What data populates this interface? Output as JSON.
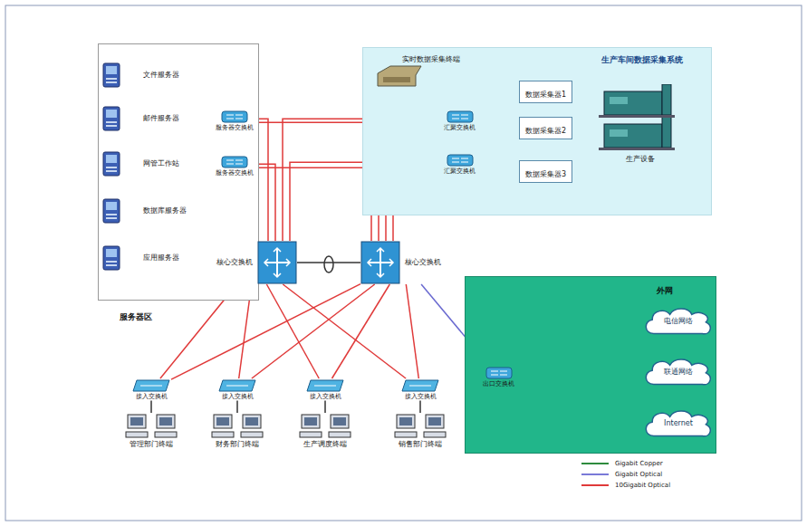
{
  "diagram": {
    "nodes": [
      {
        "text": [
          "服务器区"
        ]
      },
      {
        "text": [
          "文件服务器"
        ],
        "in": 0
      },
      {
        "text": [
          "邮件服务器"
        ],
        "in": 0
      },
      {
        "text": [
          "网管工作站"
        ],
        "in": 0
      },
      {
        "text": [
          "数据库服务器"
        ],
        "in": 0
      },
      {
        "text": [
          "应用服务器"
        ],
        "in": 0
      },
      {
        "text": [
          "服务器交换机"
        ],
        "in": 0
      },
      {
        "text": [
          "服务器交换机"
        ],
        "in": 0
      },
      {
        "text": [
          "生产车间数据采集系统"
        ]
      },
      {
        "text": [
          "实时数据采集终端"
        ],
        "in": 8
      },
      {
        "text": [
          "汇聚交换机"
        ],
        "in": 8
      },
      {
        "text": [
          "汇聚交换机"
        ],
        "in": 8
      },
      {
        "text": [
          "数据采集器1"
        ],
        "in": 8
      },
      {
        "text": [
          "数据采集器2"
        ],
        "in": 8
      },
      {
        "text": [
          "数据采集器3"
        ],
        "in": 8
      },
      {
        "text": [
          "生产设备"
        ],
        "in": 8
      },
      {
        "text": [
          "核心交换机"
        ]
      },
      {
        "text": [
          "核心交换机"
        ]
      },
      {
        "text": [
          "接入交换机"
        ]
      },
      {
        "text": [
          "接入交换机"
        ]
      },
      {
        "text": [
          "接入交换机"
        ]
      },
      {
        "text": [
          "接入交换机"
        ]
      },
      {
        "text": [
          "管理部门终端"
        ]
      },
      {
        "text": [
          "财务部门终端"
        ]
      },
      {
        "text": [
          "生产调度终端"
        ]
      },
      {
        "text": [
          "销售部门终端"
        ]
      },
      {
        "text": [
          "外网"
        ]
      },
      {
        "text": [
          "出口交换机"
        ],
        "in": 26
      },
      {
        "text": [
          "电信网络"
        ],
        "in": 26
      },
      {
        "text": [
          "联通网络"
        ],
        "in": 26
      },
      {
        "text": [
          "Internet"
        ],
        "in": 26
      }
    ],
    "edges": [
      {
        "from": 1,
        "to": 6,
        "arrow": "none"
      },
      {
        "from": 2,
        "to": 6,
        "arrow": "none"
      },
      {
        "from": 3,
        "to": 7,
        "arrow": "none"
      },
      {
        "from": 4,
        "to": 7,
        "arrow": "none"
      },
      {
        "from": 5,
        "to": 7,
        "arrow": "none"
      },
      {
        "from": 6,
        "to": 7,
        "arrow": "both"
      },
      {
        "from": 6,
        "to": 16,
        "arrow": "none"
      },
      {
        "from": 6,
        "to": 17,
        "arrow": "none"
      },
      {
        "from": 7,
        "to": 16,
        "arrow": "none"
      },
      {
        "from": 7,
        "to": 17,
        "arrow": "none"
      },
      {
        "from": 9,
        "to": 10,
        "arrow": "none"
      },
      {
        "from": 9,
        "to": 11,
        "arrow": "none"
      },
      {
        "from": 10,
        "to": 11,
        "arrow": "both"
      },
      {
        "from": 10,
        "to": 12,
        "arrow": "none"
      },
      {
        "from": 10,
        "to": 13,
        "arrow": "none"
      },
      {
        "from": 11,
        "to": 13,
        "arrow": "none"
      },
      {
        "from": 11,
        "to": 14,
        "arrow": "none"
      },
      {
        "from": 13,
        "to": 15,
        "arrow": "none"
      },
      {
        "from": 10,
        "to": 16,
        "arrow": "none"
      },
      {
        "from": 10,
        "to": 17,
        "arrow": "none"
      },
      {
        "from": 11,
        "to": 16,
        "arrow": "none"
      },
      {
        "from": 11,
        "to": 17,
        "arrow": "none"
      },
      {
        "from": 16,
        "to": 17,
        "arrow": "none"
      },
      {
        "from": 16,
        "to": 18,
        "arrow": "none"
      },
      {
        "from": 16,
        "to": 19,
        "arrow": "none"
      },
      {
        "from": 16,
        "to": 20,
        "arrow": "none"
      },
      {
        "from": 16,
        "to": 21,
        "arrow": "none"
      },
      {
        "from": 17,
        "to": 18,
        "arrow": "none"
      },
      {
        "from": 17,
        "to": 19,
        "arrow": "none"
      },
      {
        "from": 17,
        "to": 20,
        "arrow": "none"
      },
      {
        "from": 17,
        "to": 21,
        "arrow": "none"
      },
      {
        "from": 18,
        "to": 22,
        "arrow": "none"
      },
      {
        "from": 19,
        "to": 23,
        "arrow": "none"
      },
      {
        "from": 20,
        "to": 24,
        "arrow": "none"
      },
      {
        "from": 21,
        "to": 25,
        "arrow": "none"
      },
      {
        "from": 17,
        "to": 27,
        "arrow": "none"
      },
      {
        "from": 27,
        "to": 28,
        "arrow": "none"
      },
      {
        "from": 27,
        "to": 29,
        "arrow": "none"
      },
      {
        "from": 27,
        "to": 30,
        "arrow": "none"
      }
    ],
    "legend": [
      {
        "text": "Gigabit Copper"
      },
      {
        "text": "Gigabit Optical"
      },
      {
        "text": "10Gigabit Optical"
      }
    ]
  }
}
